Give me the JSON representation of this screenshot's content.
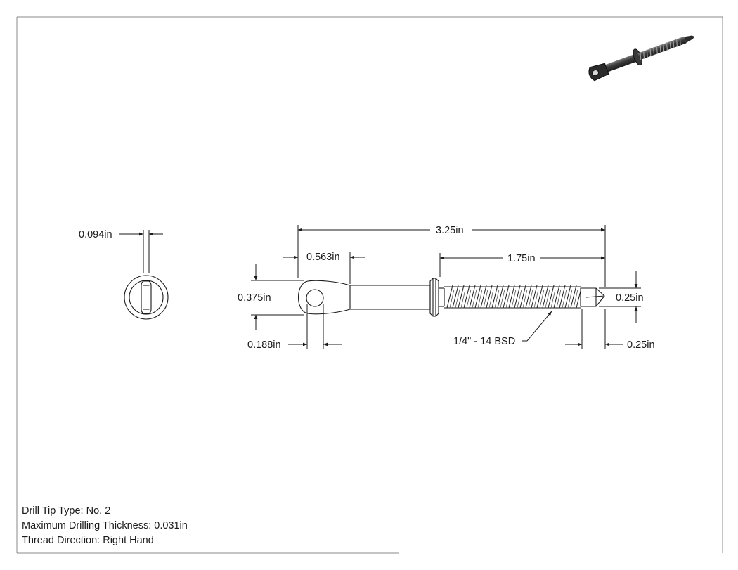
{
  "dimensions": {
    "overall_length": "3.25in",
    "head_length": "0.563in",
    "thread_length": "1.75in",
    "head_width": "0.375in",
    "hole_diameter": "0.188in",
    "tip_width": "0.25in",
    "tip_length": "0.25in",
    "slot_width": "0.094in"
  },
  "callouts": {
    "thread_spec": "1/4\" - 14 BSD"
  },
  "notes": [
    "Drill Tip Type: No. 2",
    "Maximum Drilling Thickness: 0.031in",
    "Thread Direction: Right Hand"
  ],
  "colors": {
    "line": "#1a1a1a",
    "frame": "#888888",
    "render_dark": "#2b2b2b"
  }
}
